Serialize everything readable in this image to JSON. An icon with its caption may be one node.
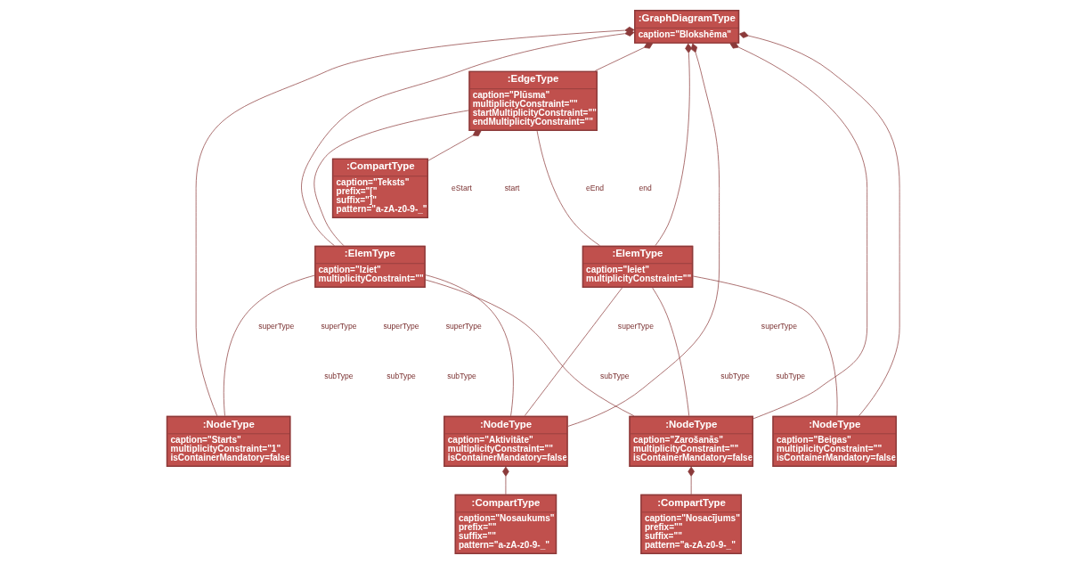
{
  "diagram": {
    "nodes": [
      {
        "text": [
          ":GraphDiagramType",
          "caption=\"Blokshēma\""
        ]
      },
      {
        "text": [
          ":EdgeType",
          "caption=\"Plūsma\"",
          "multiplicityConstraint=\"\"",
          "startMultiplicityConstraint=\"\"",
          "endMultiplicityConstraint=\"\""
        ]
      },
      {
        "text": [
          ":CompartType",
          "caption=\"Teksts\"",
          "prefix=\"[\"",
          "suffix=\"]\"",
          "pattern=\"a-zA-z0-9-_\""
        ]
      },
      {
        "text": [
          ":ElemType",
          "caption=\"Iziet\"",
          "multiplicityConstraint=\"\""
        ]
      },
      {
        "text": [
          ":ElemType",
          "caption=\"Ieiet\"",
          "multiplicityConstraint=\"\""
        ]
      },
      {
        "text": [
          ":NodeType",
          "caption=\"Starts\"",
          "multiplicityConstraint=\"1\"",
          "isContainerMandatory=false"
        ]
      },
      {
        "text": [
          ":NodeType",
          "caption=\"Aktivitāte\"",
          "multiplicityConstraint=\"\"",
          "isContainerMandatory=false"
        ]
      },
      {
        "text": [
          ":NodeType",
          "caption=\"Zarošanās\"",
          "multiplicityConstraint=\"\"",
          "isContainerMandatory=false"
        ]
      },
      {
        "text": [
          ":NodeType",
          "caption=\"Beigas\"",
          "multiplicityConstraint=\"\"",
          "isContainerMandatory=false"
        ]
      },
      {
        "text": [
          ":CompartType",
          "caption=\"Nosaukums\"",
          "prefix=\"\"",
          "suffix=\"\"",
          "pattern=\"a-zA-z0-9-_\""
        ]
      },
      {
        "text": [
          ":CompartType",
          "caption=\"Nosacījums\"",
          "prefix=\"\"",
          "suffix=\"\"",
          "pattern=\"a-zA-z0-9-_\""
        ]
      }
    ],
    "edges": [
      {
        "from": 0,
        "to": 1,
        "arrow": "other"
      },
      {
        "from": 0,
        "to": 5,
        "arrow": "other"
      },
      {
        "from": 0,
        "to": 3,
        "arrow": "other"
      },
      {
        "from": 0,
        "to": 6,
        "arrow": "other"
      },
      {
        "from": 0,
        "to": 7,
        "arrow": "other"
      },
      {
        "from": 0,
        "to": 4,
        "arrow": "other"
      },
      {
        "from": 0,
        "to": 8,
        "arrow": "other"
      },
      {
        "from": 1,
        "to": 2,
        "arrow": "other"
      },
      {
        "from": 1,
        "to": 3,
        "arrow": "none"
      },
      {
        "from": 1,
        "to": 4,
        "arrow": "none"
      },
      {
        "from": 3,
        "to": 5,
        "arrow": "none"
      },
      {
        "from": 3,
        "to": 6,
        "arrow": "none"
      },
      {
        "from": 3,
        "to": 7,
        "arrow": "none"
      },
      {
        "from": 4,
        "to": 6,
        "arrow": "none"
      },
      {
        "from": 4,
        "to": 7,
        "arrow": "none"
      },
      {
        "from": 4,
        "to": 8,
        "arrow": "none"
      },
      {
        "from": 6,
        "to": 9,
        "arrow": "other"
      },
      {
        "from": 7,
        "to": 10,
        "arrow": "other"
      }
    ],
    "labels": [
      "eEnd",
      "eStart",
      "start",
      "end",
      "superType",
      "superType",
      "superType",
      "superType",
      "superType",
      "superType",
      "subType",
      "subType",
      "subType",
      "subType",
      "subType",
      "subType"
    ]
  }
}
